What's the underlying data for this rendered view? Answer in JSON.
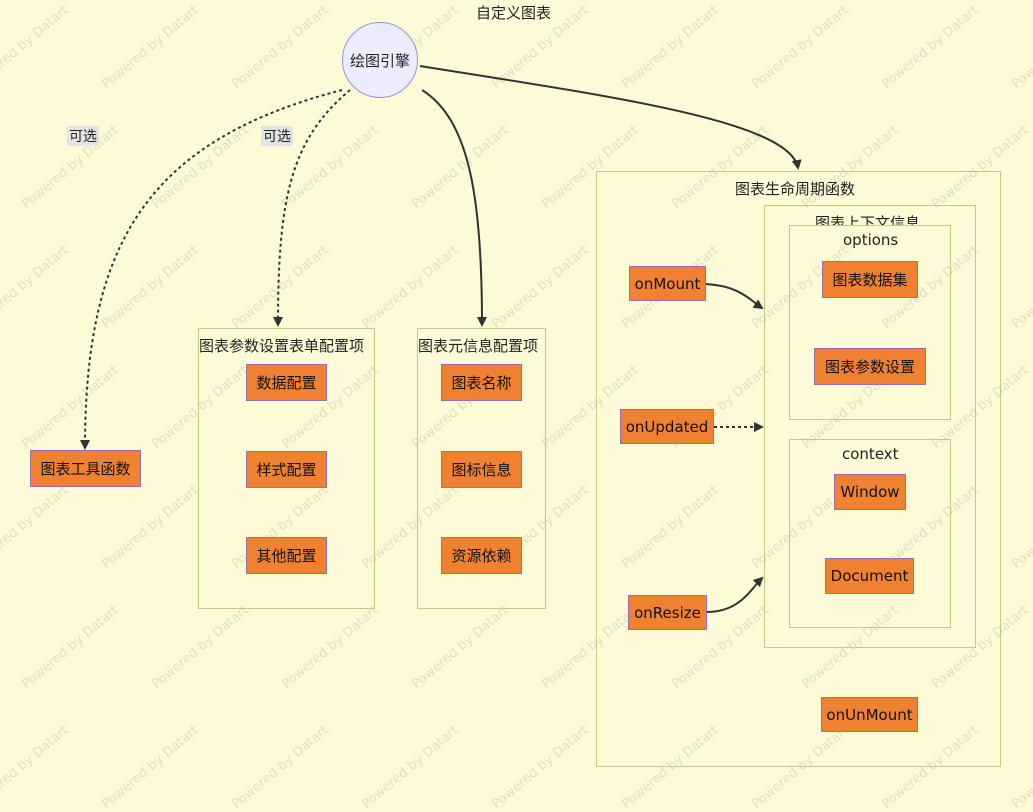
{
  "diagram": {
    "title": "自定义图表",
    "engine": "绘图引擎",
    "edge_labels": {
      "optional_1": "可选",
      "optional_2": "可选"
    },
    "tool_functions": "图表工具函数",
    "form_config": {
      "title": "图表参数设置表单配置项",
      "items": [
        "数据配置",
        "样式配置",
        "其他配置"
      ]
    },
    "meta_config": {
      "title": "图表元信息配置项",
      "items": [
        "图表名称",
        "图标信息",
        "资源依赖"
      ]
    },
    "lifecycle": {
      "title": "图表生命周期函数",
      "hooks": {
        "mount": "onMount",
        "updated": "onUpdated",
        "resize": "onResize",
        "unmount": "onUnMount"
      },
      "context_info": {
        "title": "图表上下文信息",
        "options": {
          "title": "options",
          "items": [
            "图表数据集",
            "图表参数设置"
          ]
        },
        "context": {
          "title": "context",
          "items": [
            "Window",
            "Document"
          ]
        }
      }
    },
    "watermark": "Powered by Datart",
    "colors": {
      "node_fill": "#f08130",
      "background": "#fdfbd7",
      "cluster_border": "#c5c985",
      "engine_fill": "#ececfe"
    }
  }
}
